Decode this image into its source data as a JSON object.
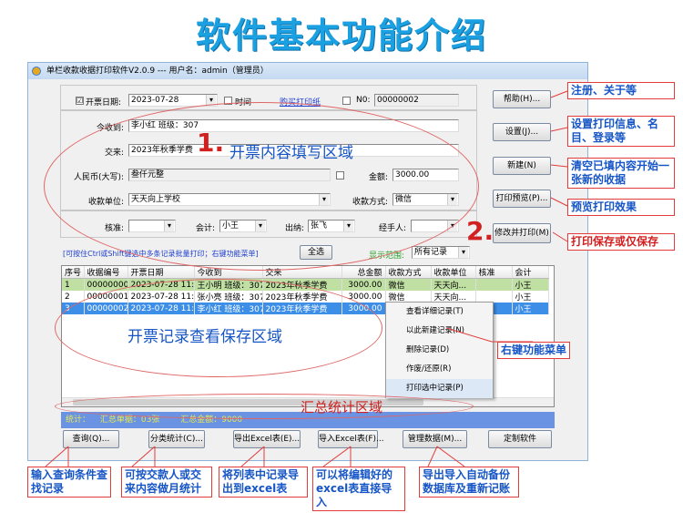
{
  "page_title": "软件基本功能介绍",
  "window": {
    "title": "单栏收款收据打印软件V2.0.9 --- 用户名：admin（管理员）"
  },
  "form": {
    "date_checkbox": "☑",
    "date_label": "开票日期:",
    "date_value": "2023-07-28",
    "time_label": "时间",
    "buy_paper_link": "购买打印纸",
    "no_label": "N0:",
    "no_value": "00000002",
    "received_label": "今收到:",
    "received_value": "李小红 班级：307",
    "payfor_label": "交来:",
    "payfor_value": "2023年秋季学费",
    "rmb_label": "人民币(大写):",
    "rmb_value": "叁仟元整",
    "amount_label": "金额:",
    "amount_value": "3000.00",
    "unit_label": "收款单位:",
    "unit_value": "天天向上学校",
    "method_label": "收款方式:",
    "method_value": "微信",
    "approve_label": "核准:",
    "approve_value": "",
    "account_label": "会计:",
    "account_value": "小王",
    "cashier_label": "出纳:",
    "cashier_value": "张飞",
    "handler_label": "经手人:",
    "handler_value": ""
  },
  "side_buttons": [
    "帮助(H)...",
    "设置(J)...",
    "新建(N)",
    "打印预览(P)...",
    "修改并打印(M)"
  ],
  "hint": "[可按住Ctrl或Shift键选中多条记录批量打印；右键功能菜单]",
  "select_all": "全选",
  "range_label": "显示范围:",
  "range_value": "所有记录",
  "table": {
    "columns": [
      "序号",
      "收据编号",
      "开票日期",
      "今收到",
      "交来",
      "总金额",
      "收款方式",
      "收款单位",
      "核准",
      "会计"
    ],
    "rows": [
      [
        "1",
        "00000000",
        "2023-07-28 11:...",
        "王小明 班级：307",
        "2023年秋季学费",
        "3000.00",
        "微信",
        "天天向...",
        "",
        "小王"
      ],
      [
        "2",
        "00000001",
        "2023-07-28 11:...",
        "张小亮 班级：307",
        "2023年秋季学费",
        "3000.00",
        "微信",
        "天天向...",
        "",
        "小王"
      ],
      [
        "3",
        "00000002",
        "2023-07-28 11:...",
        "李小红 班级：307",
        "2023年秋季学费",
        "3000.00",
        "",
        "",
        "",
        "小王"
      ]
    ]
  },
  "context_menu": [
    "查看详细记录(T)",
    "以此新建记录(N)",
    "删除记录(D)",
    "作废/还原(R)",
    "打印选中记录(P)"
  ],
  "stats": {
    "label": "统计：",
    "count": "汇总单据：03张",
    "total": "汇总金额：9000"
  },
  "bottom_buttons": [
    "查询(Q)...",
    "分类统计(C)...",
    "导出Excel表(E)...",
    "导入Excel表(F)...",
    "管理数据(M)...",
    "定制软件"
  ],
  "annotations": {
    "area1_num": "1.",
    "area1": "开票内容填写区域",
    "area2_num": "2.",
    "records_area": "开票记录查看保存区域",
    "stats_area": "汇总统计区域",
    "context_menu": "右键功能菜单",
    "help": "注册、关于等",
    "settings": "设置打印信息、名目、登录等",
    "new": "清空已填内容开始一张新的收据",
    "preview": "预览打印效果",
    "print": "打印保存或仅保存",
    "query": "输入查询条件查找记录",
    "category": "可按交款人或交来内容做月统计",
    "export": "将列表中记录导出到excel表",
    "import": "可以将编辑好的excel表直接导入",
    "manage": "导出导入自动备份数据库及重新记账"
  }
}
